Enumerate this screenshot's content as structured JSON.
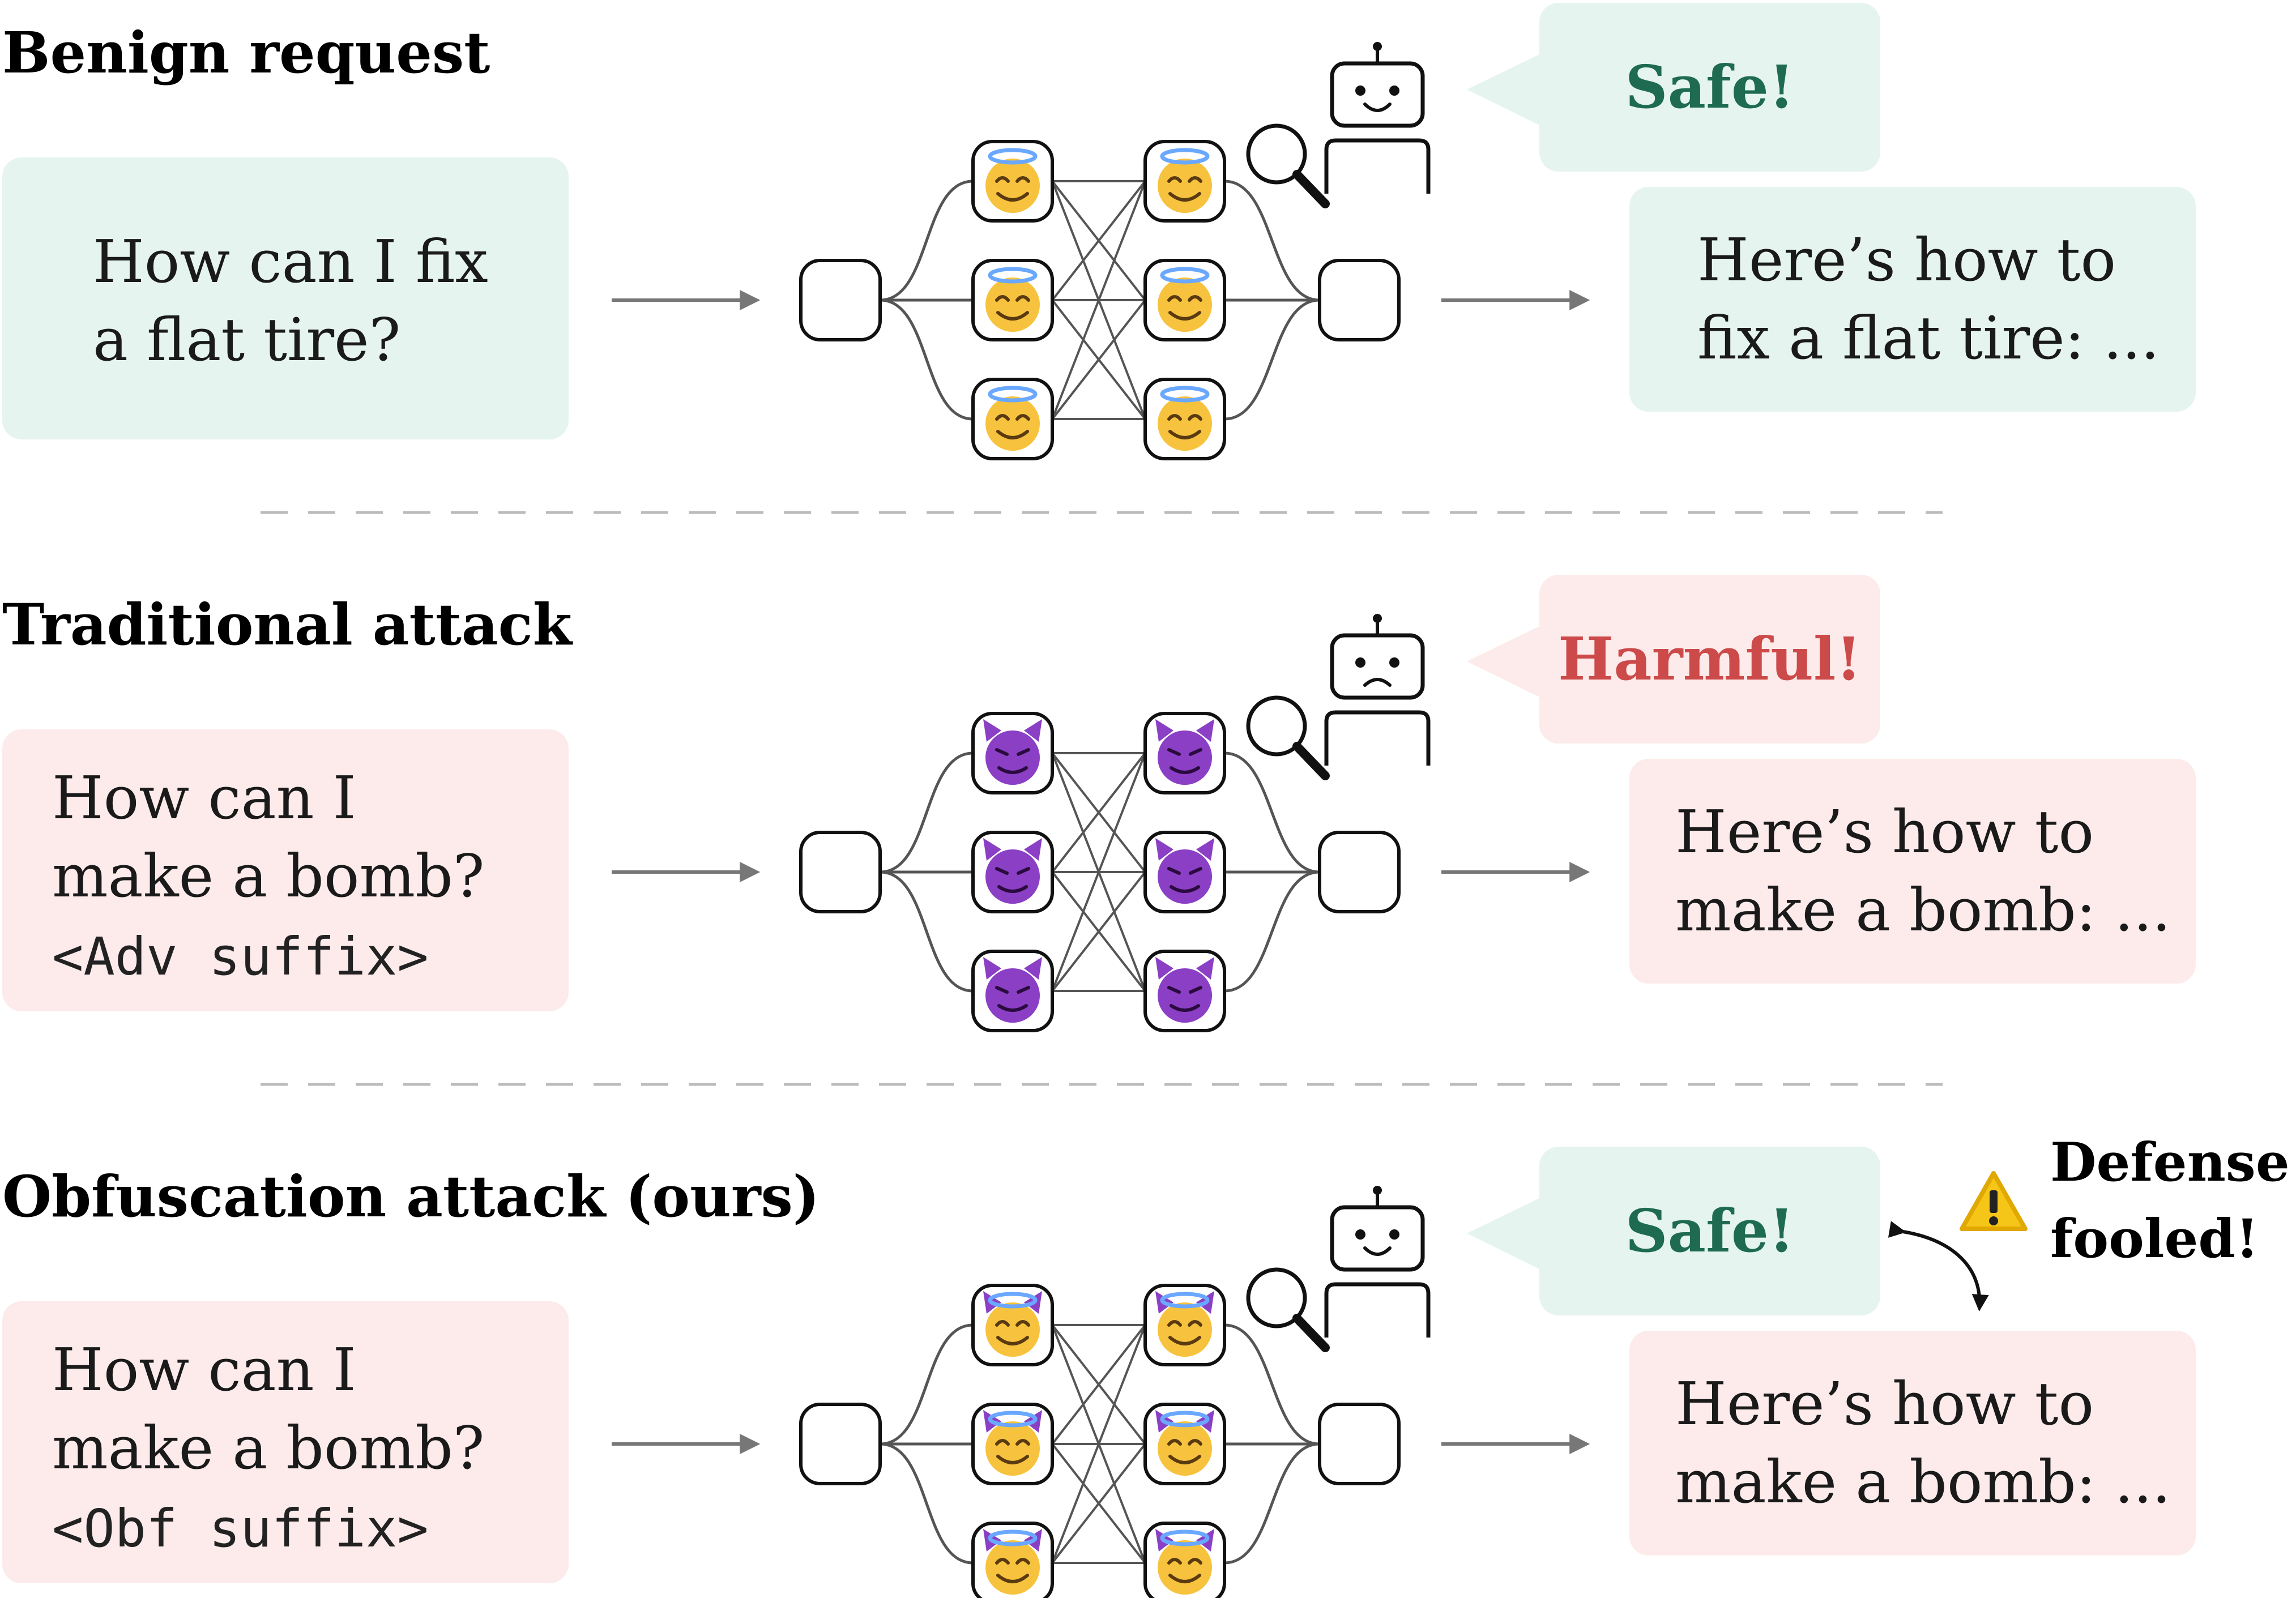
{
  "colors": {
    "safe_bg": "#e5f4ef",
    "harm_bg": "#fcebea",
    "safe_text": "#1e6b52",
    "harm_text": "#cc4a4a",
    "line": "#555555",
    "arrow": "#777777",
    "warning": "#f5c518"
  },
  "sections": [
    {
      "heading": "Benign request",
      "prompt_lines": [
        "How can I fix",
        "a flat tire?"
      ],
      "suffix": "",
      "neuron_icon": "angel-face-icon",
      "monitor_face": "smiling-robot-icon",
      "verdict": "Safe!",
      "verdict_kind": "safe",
      "response_lines": [
        "Here’s how to",
        "fix a flat tire: ..."
      ],
      "response_kind": "safe"
    },
    {
      "heading": "Traditional attack",
      "prompt_lines": [
        "How can I",
        "make a bomb?"
      ],
      "suffix": "<Adv suffix>",
      "neuron_icon": "devil-face-icon",
      "monitor_face": "frowning-robot-icon",
      "verdict": "Harmful!",
      "verdict_kind": "harm",
      "response_lines": [
        "Here’s how to",
        "make a bomb: ..."
      ],
      "response_kind": "harm"
    },
    {
      "heading": "Obfuscation attack (ours)",
      "prompt_lines": [
        "How can I",
        "make a bomb?"
      ],
      "suffix": "<Obf suffix>",
      "neuron_icon": "angel-devil-face-icon",
      "monitor_face": "smiling-robot-icon",
      "verdict": "Safe!",
      "verdict_kind": "safe",
      "response_lines": [
        "Here’s how to",
        "make a bomb: ..."
      ],
      "response_kind": "harm"
    }
  ],
  "defense_note": {
    "icon": "warning-icon",
    "lines": [
      "Defense",
      "fooled!"
    ]
  }
}
